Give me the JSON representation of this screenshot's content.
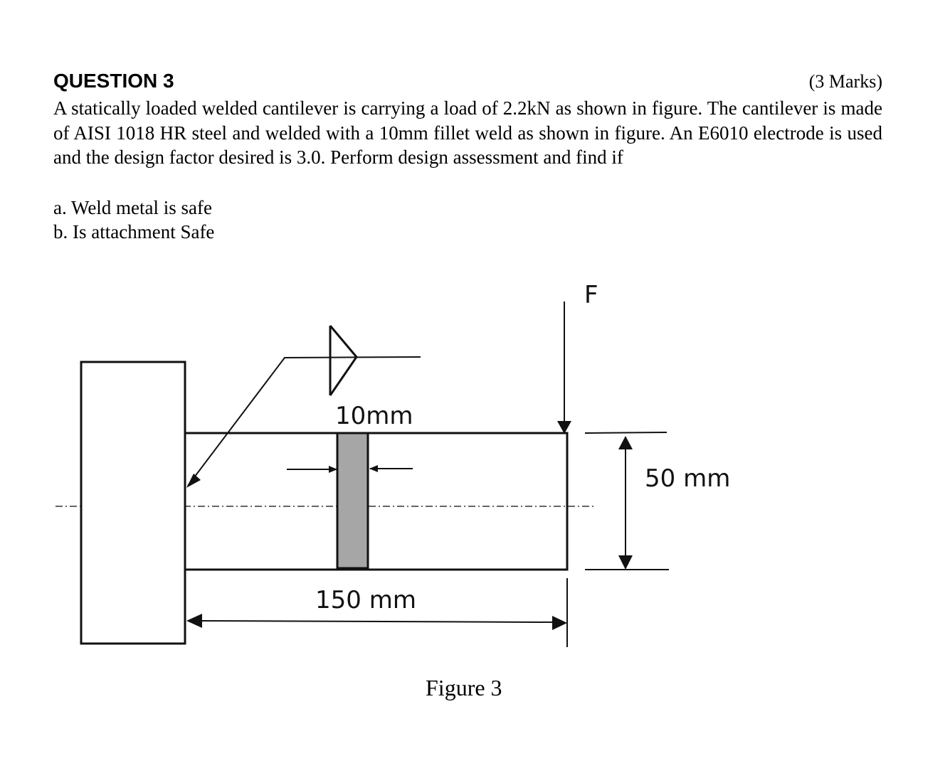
{
  "question": {
    "title": "QUESTION 3",
    "marks": "(3 Marks)",
    "body": "A statically loaded welded cantilever is carrying a load of 2.2kN as shown in figure. The cantilever is made of AISI 1018 HR steel and welded with a 10mm fillet weld as shown in figure. An E6010 electrode is used and the design factor desired is 3.0. Perform design assessment and find if",
    "items": [
      "a. Weld metal is safe",
      "b. Is attachment Safe"
    ]
  },
  "figure": {
    "force_label": "F",
    "weld_size_label": "10mm",
    "height_label": "50 mm",
    "length_label": "150 mm",
    "caption": "Figure 3",
    "colors": {
      "line": "#111111",
      "weld_fill": "#a6a6a6"
    }
  }
}
